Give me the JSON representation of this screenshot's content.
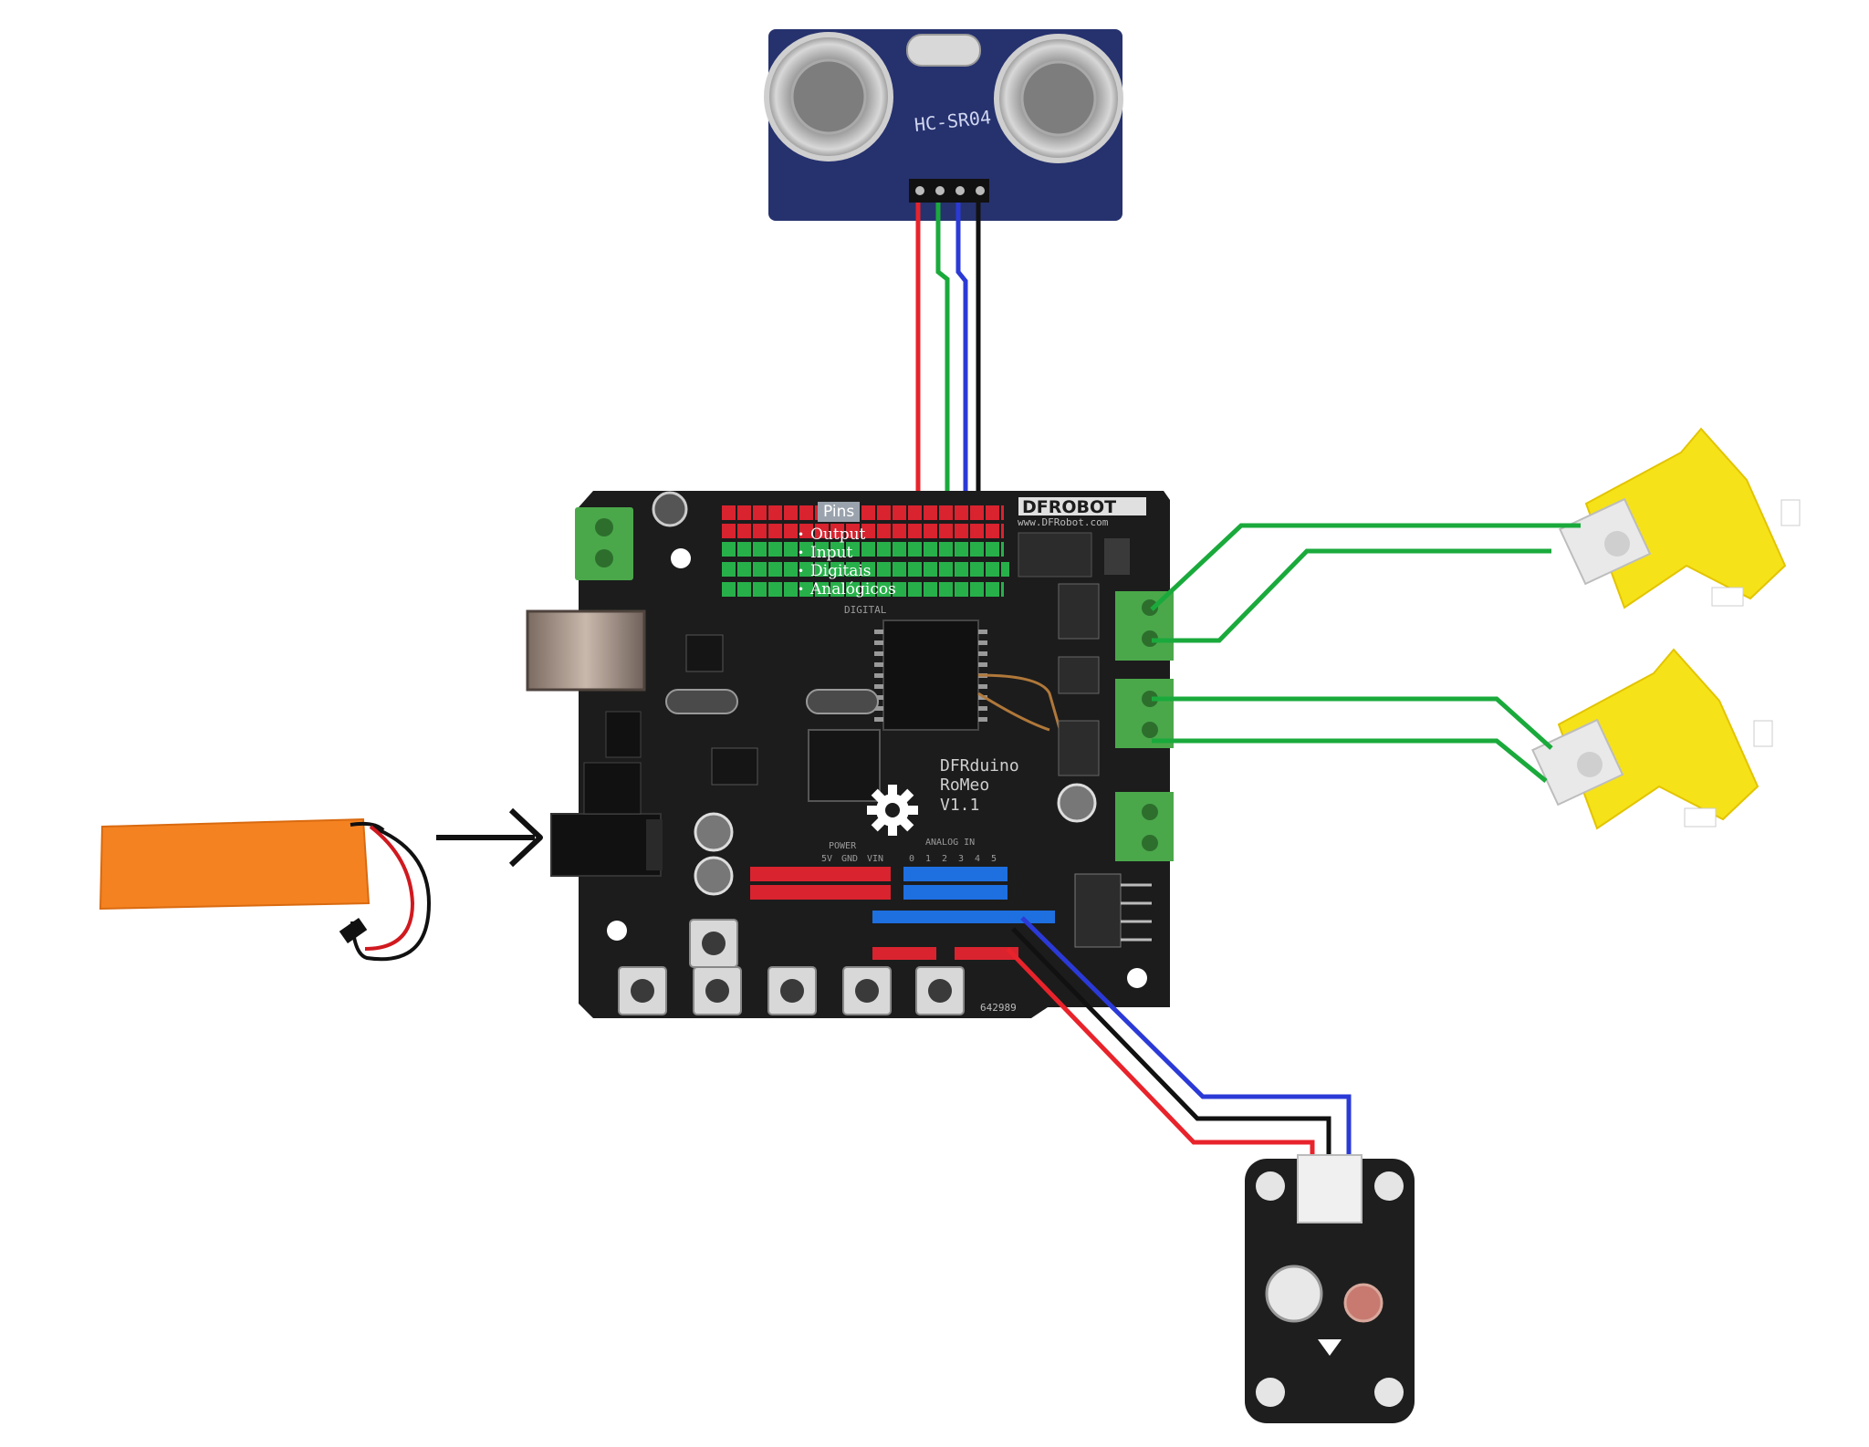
{
  "annotation": {
    "title": "Pins",
    "items": [
      "Output",
      "Input",
      "Digitais",
      "Analógicos"
    ]
  },
  "board": {
    "brand": "DFROBOT",
    "url": "www.DFRobot.com",
    "name_line1": "DFRduino",
    "name_line2": "RoMeo",
    "version": "V1.1",
    "digital_label": "DIGITAL",
    "power_label": "POWER",
    "analog_label": "ANALOG IN",
    "power_pins": [
      "5V",
      "GND",
      "VIN"
    ],
    "analog_pins": [
      "0",
      "1",
      "2",
      "3",
      "4",
      "5"
    ],
    "serial": "642989"
  },
  "sensor": {
    "model": "HC-SR04"
  },
  "colors": {
    "wire_red": "#e8232b",
    "wire_green": "#1aaa3c",
    "wire_blue": "#2b3ad6",
    "wire_black": "#111111",
    "board": "#1c1c1c",
    "sensor_pcb": "#26326e",
    "motor_yellow": "#f6e219",
    "battery": "#f58220",
    "header_red": "#d9232f",
    "header_green": "#27b04a",
    "header_blue": "#1e6fe0",
    "terminal_green": "#4aa84a"
  },
  "icons": [
    "arrow-right-icon",
    "gear-logo-icon"
  ]
}
